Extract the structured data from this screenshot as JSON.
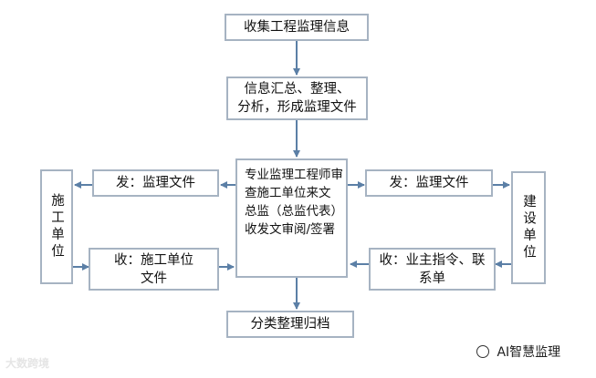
{
  "nodes": {
    "collect": "收集工程监理信息",
    "summarize_line1": "信息汇总、整理、",
    "summarize_line2": "分析，形成监理文件",
    "center_lines": [
      "专业监理工程师审",
      "查施工单位来文",
      "总监（总监代表）",
      "收发文审阅/签署"
    ],
    "contractor": "施工单位",
    "send_left": "发：监理文件",
    "receive_left_line1": "收：施工单位",
    "receive_left_line2": "文件",
    "send_right": "发：监理文件",
    "receive_right_line1": "收：业主指令、联",
    "receive_right_line2": "系单",
    "owner": "建设单位",
    "archive": "分类整理归档"
  },
  "watermarks": {
    "left": "大数跨境",
    "right": "AI智慧监理"
  },
  "colors": {
    "box_border": "#a6b3c2",
    "arrow": "#5b7fa6"
  }
}
